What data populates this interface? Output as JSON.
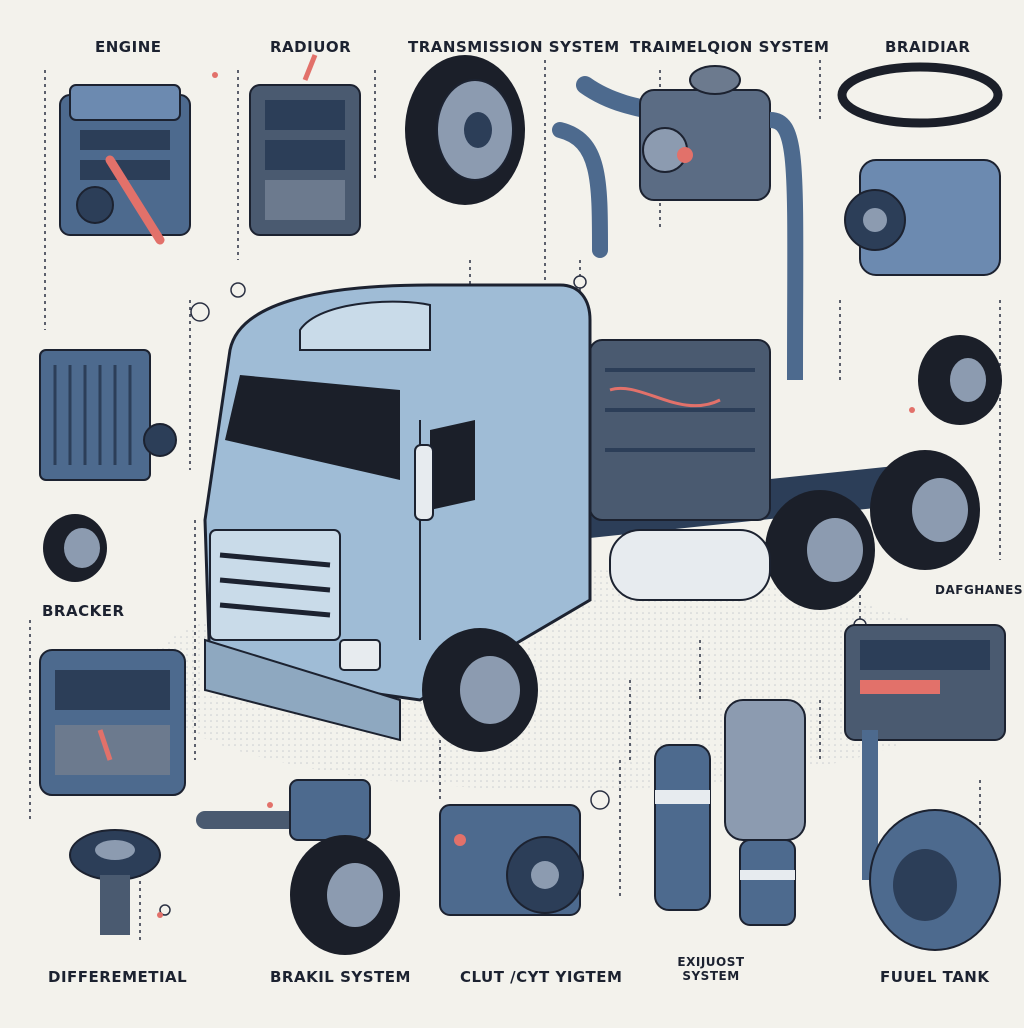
{
  "labels": {
    "top": [
      "ENGINE",
      "RADIUOR",
      "TRANSMISSION SYSTEM",
      "TRAIMELQION SYSTEM",
      "BRAIDIAR"
    ],
    "left": [
      "BRACKER"
    ],
    "right": [
      "DAFGHANES"
    ],
    "bottom": [
      "DIFFEREMETIAL",
      "BRAKIL SYSTEM",
      "CLUT /CYT YIGTEM",
      "EXIJUOST SYSTEM",
      "FUUEL TANK"
    ]
  },
  "colors": {
    "background": "#f3f2ec",
    "ink": "#1c2230",
    "cab": "#9fbcd6",
    "cab_light": "#c9dbe9",
    "part_blue": "#4d6a8e",
    "part_dark": "#2c3e58",
    "accent": "#e2716a",
    "tire": "#1b1f29",
    "rim": "#8c9bb0"
  },
  "icons": [
    "engine-icon",
    "radiator-icon",
    "wheel-icon",
    "turbo-icon",
    "belt-ring-icon",
    "pump-icon",
    "gear-icon",
    "tank-icon",
    "axle-icon"
  ]
}
